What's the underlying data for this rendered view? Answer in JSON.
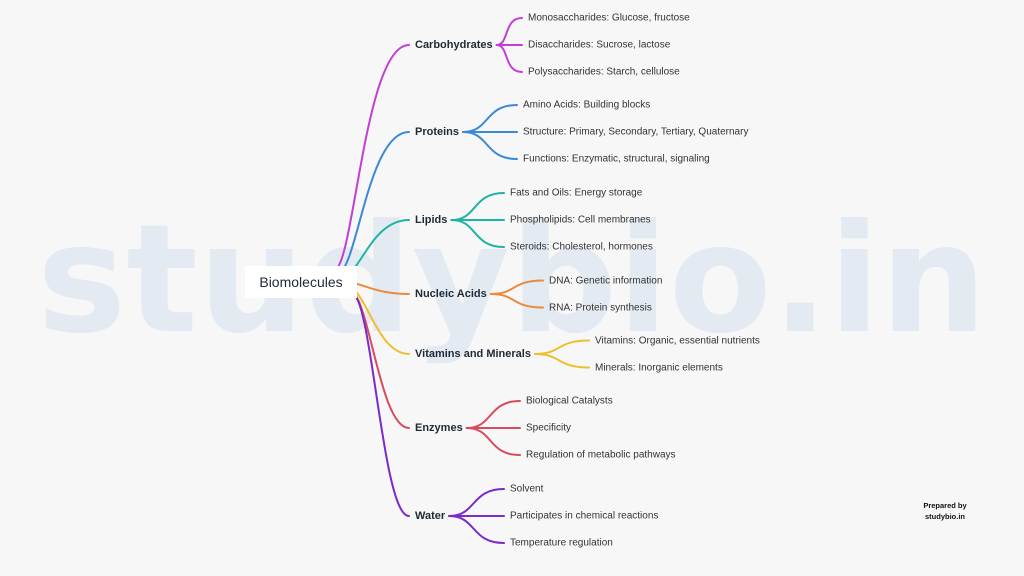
{
  "watermark": "studybio.in",
  "root": "Biomolecules",
  "credit": {
    "line1": "Prepared by",
    "line2": "studybio.in"
  },
  "branches": [
    {
      "label": "Carbohydrates",
      "color": "#c13fd3",
      "children": [
        "Monosaccharides: Glucose, fructose",
        "Disaccharides: Sucrose, lactose",
        "Polysaccharides: Starch, cellulose"
      ]
    },
    {
      "label": "Proteins",
      "color": "#3b8ad6",
      "children": [
        "Amino Acids: Building blocks",
        "Structure: Primary, Secondary, Tertiary, Quaternary",
        "Functions: Enzymatic, structural, signaling"
      ]
    },
    {
      "label": "Lipids",
      "color": "#1fb4a2",
      "children": [
        "Fats and Oils: Energy storage",
        "Phospholipids: Cell membranes",
        "Steroids: Cholesterol, hormones"
      ]
    },
    {
      "label": "Nucleic Acids",
      "color": "#e98a3f",
      "children": [
        "DNA: Genetic information",
        "RNA: Protein synthesis"
      ]
    },
    {
      "label": "Vitamins and Minerals",
      "color": "#eebf2c",
      "children": [
        "Vitamins: Organic, essential nutrients",
        "Minerals: Inorganic elements"
      ]
    },
    {
      "label": "Enzymes",
      "color": "#d94a5e",
      "children": [
        "Biological Catalysts",
        "Specificity",
        "Regulation of metabolic pathways"
      ]
    },
    {
      "label": "Water",
      "color": "#7a2bc9",
      "children": [
        "Solvent",
        "Participates in chemical reactions",
        "Temperature regulation"
      ]
    }
  ]
}
